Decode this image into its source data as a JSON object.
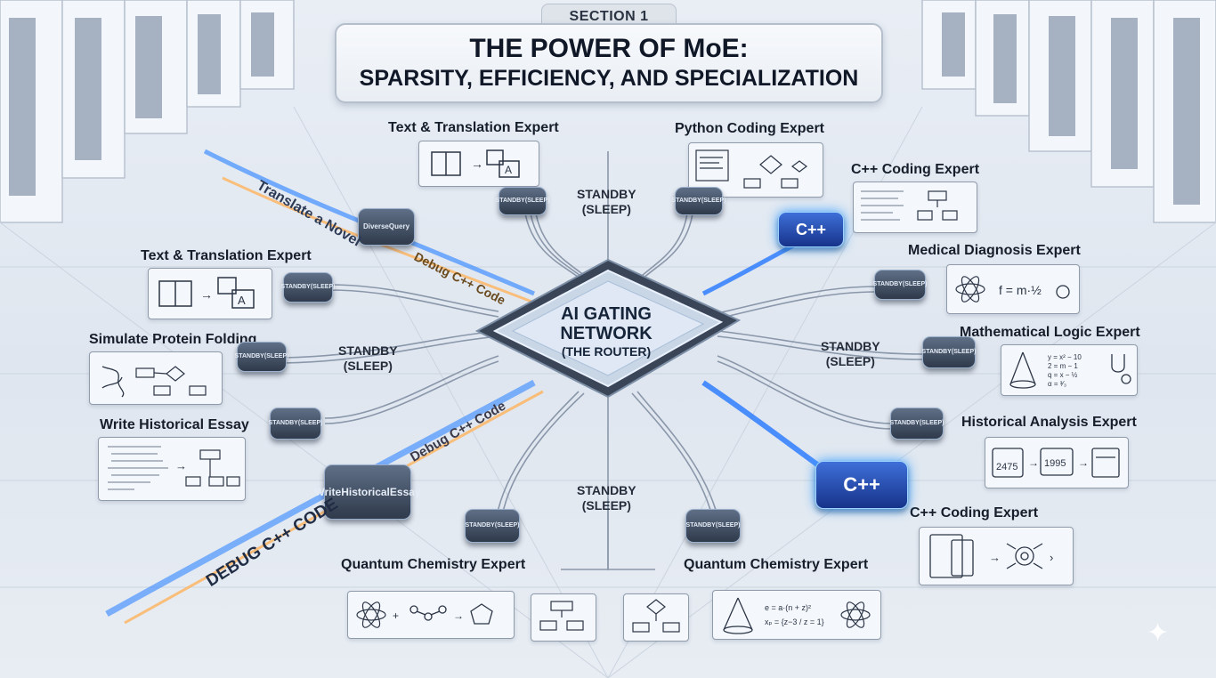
{
  "section_tag": "SECTION 1",
  "title": {
    "line1": "THE POWER OF MoE:",
    "line2": "SPARSITY, EFFICIENCY, AND SPECIALIZATION"
  },
  "router": {
    "line1": "AI GATING",
    "line2": "NETWORK",
    "line3": "(THE ROUTER)"
  },
  "experts": {
    "text_translation_top": "Text & Translation Expert",
    "python_coding": "Python Coding Expert",
    "cpp_coding_top": "C++ Coding Expert",
    "text_translation_left": "Text & Translation Expert",
    "medical_diagnosis": "Medical Diagnosis Expert",
    "simulate_protein": "Simulate Protein Folding",
    "mathematical_logic": "Mathematical Logic Expert",
    "historical_essay": "Write Historical Essay",
    "historical_analysis": "Historical Analysis Expert",
    "cpp_coding_bottom": "C++ Coding Expert",
    "quantum_left": "Quantum Chemistry Expert",
    "quantum_right": "Quantum Chemistry Expert"
  },
  "standby_labels": {
    "top": [
      "STANDBY",
      "(SLEEP)"
    ],
    "left": [
      "STANDBY",
      "(SLEEP)"
    ],
    "right": [
      "STANDBY",
      "(SLEEP)"
    ],
    "bottom": [
      "STANDBY",
      "(SLEEP)"
    ]
  },
  "node_text": {
    "standby": [
      "STANDBY",
      "(SLEEP)"
    ],
    "cpp": "C++",
    "write_essay": [
      "Write",
      "Historical",
      "Essay"
    ],
    "diverse_query": [
      "Diverse",
      "Query"
    ]
  },
  "flows": {
    "translate": "Translate a Novel",
    "debug_top": "Debug C++ Code",
    "debug_mid": "Debug C++ Code",
    "debug_bottom": "DEBUG C++ CODE"
  },
  "panel_values": {
    "formula_medical": "f = m·½",
    "year_a": "2475",
    "year_b": "1995",
    "math_lines": [
      "y = x² − 10",
      "2 = m − 1",
      "q = x − ½",
      "α = ³⁄₃"
    ],
    "quantum_lines": [
      "e = a·(n + z)²",
      "xₚ = {z−3 / z = 1}"
    ]
  },
  "icons": [
    "book-icon",
    "translate-icon",
    "flowchart-icon",
    "atom-icon",
    "stethoscope-icon",
    "calendar-icon",
    "folder-icon",
    "cone-icon",
    "molecule-icon",
    "gear-icon",
    "document-icon",
    "sparkle-icon"
  ],
  "colors": {
    "accent_blue": "#2f7dff",
    "accent_orange": "#ff9d3b",
    "chip_dark": "#2f3a4b",
    "panel_bg": "#f4f7fb"
  }
}
